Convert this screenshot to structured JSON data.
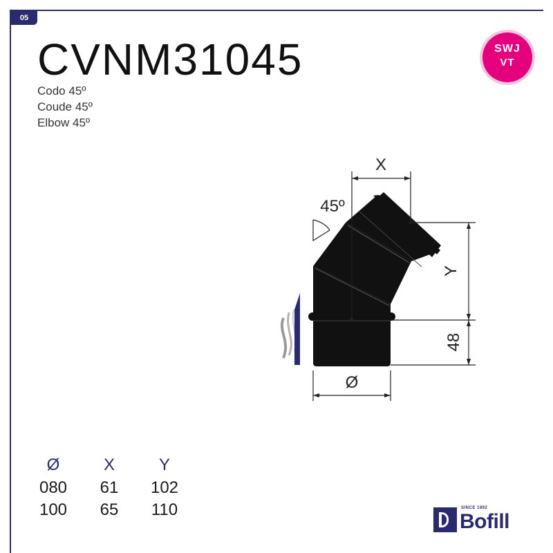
{
  "page_number": "05",
  "product_code": "CVNM31045",
  "product_names": [
    "Codo 45º",
    "Coude 45º",
    "Elbow 45º"
  ],
  "badge": {
    "line1": "SWJ",
    "line2": "VT",
    "color": "#e5007d"
  },
  "diagram": {
    "label_x": "X",
    "label_y": "Y",
    "label_angle": "45º",
    "label_48": "48",
    "label_diameter": "Ø"
  },
  "dimensions_table": {
    "headers": [
      "Ø",
      "X",
      "Y"
    ],
    "rows": [
      [
        "080",
        "61",
        "102"
      ],
      [
        "100",
        "65",
        "110"
      ]
    ]
  },
  "brand": {
    "since": "SINCE 1892",
    "name": "Bofill",
    "color": "#2a2a6e"
  }
}
